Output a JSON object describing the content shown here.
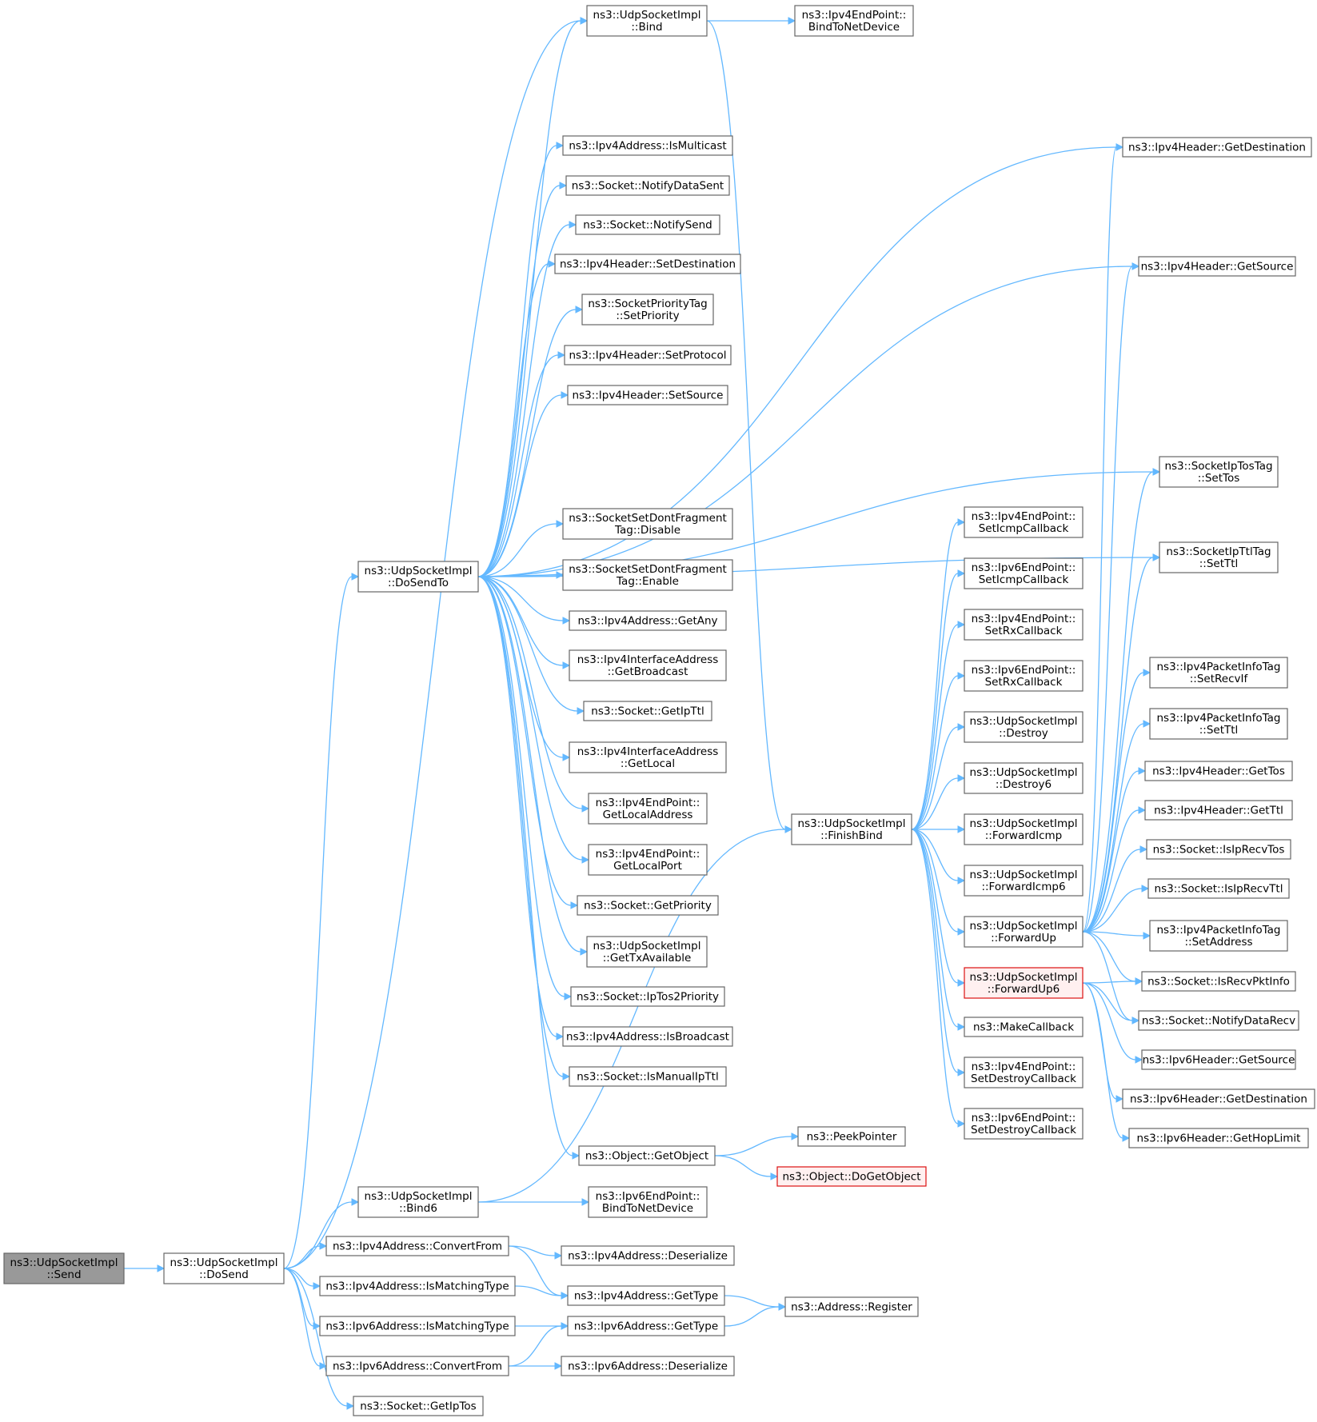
{
  "graph": {
    "nodes": [
      {
        "id": "send",
        "lines": [
          "ns3::UdpSocketImpl",
          "::Send"
        ],
        "style": "root"
      },
      {
        "id": "dosend",
        "lines": [
          "ns3::UdpSocketImpl",
          "::DoSend"
        ]
      },
      {
        "id": "bind",
        "lines": [
          "ns3::UdpSocketImpl",
          "::Bind"
        ]
      },
      {
        "id": "ep4bind",
        "lines": [
          "ns3::Ipv4EndPoint::",
          "BindToNetDevice"
        ]
      },
      {
        "id": "ismulticast",
        "lines": [
          "ns3::Ipv4Address::IsMulticast"
        ]
      },
      {
        "id": "notifydatasent",
        "lines": [
          "ns3::Socket::NotifyDataSent"
        ]
      },
      {
        "id": "notifysend",
        "lines": [
          "ns3::Socket::NotifySend"
        ]
      },
      {
        "id": "setdest",
        "lines": [
          "ns3::Ipv4Header::SetDestination"
        ]
      },
      {
        "id": "setprio",
        "lines": [
          "ns3::SocketPriorityTag",
          "::SetPriority"
        ]
      },
      {
        "id": "setproto",
        "lines": [
          "ns3::Ipv4Header::SetProtocol"
        ]
      },
      {
        "id": "setsrc",
        "lines": [
          "ns3::Ipv4Header::SetSource"
        ]
      },
      {
        "id": "dosendto",
        "lines": [
          "ns3::UdpSocketImpl",
          "::DoSendTo"
        ]
      },
      {
        "id": "dfdisable",
        "lines": [
          "ns3::SocketSetDontFragment",
          "Tag::Disable"
        ]
      },
      {
        "id": "dfenable",
        "lines": [
          "ns3::SocketSetDontFragment",
          "Tag::Enable"
        ]
      },
      {
        "id": "getany",
        "lines": [
          "ns3::Ipv4Address::GetAny"
        ]
      },
      {
        "id": "getbroadcast",
        "lines": [
          "ns3::Ipv4InterfaceAddress",
          "::GetBroadcast"
        ]
      },
      {
        "id": "getipttl",
        "lines": [
          "ns3::Socket::GetIpTtl"
        ]
      },
      {
        "id": "getlocal",
        "lines": [
          "ns3::Ipv4InterfaceAddress",
          "::GetLocal"
        ]
      },
      {
        "id": "getlocaladdr",
        "lines": [
          "ns3::Ipv4EndPoint::",
          "GetLocalAddress"
        ]
      },
      {
        "id": "getlocalport",
        "lines": [
          "ns3::Ipv4EndPoint::",
          "GetLocalPort"
        ]
      },
      {
        "id": "getpriority",
        "lines": [
          "ns3::Socket::GetPriority"
        ]
      },
      {
        "id": "gettxavail",
        "lines": [
          "ns3::UdpSocketImpl",
          "::GetTxAvailable"
        ]
      },
      {
        "id": "iptos2prio",
        "lines": [
          "ns3::Socket::IpTos2Priority"
        ]
      },
      {
        "id": "isbroadcast",
        "lines": [
          "ns3::Ipv4Address::IsBroadcast"
        ]
      },
      {
        "id": "ismanualipttl",
        "lines": [
          "ns3::Socket::IsManualIpTtl"
        ]
      },
      {
        "id": "getobject",
        "lines": [
          "ns3::Object::GetObject"
        ]
      },
      {
        "id": "peekpointer",
        "lines": [
          "ns3::PeekPointer"
        ]
      },
      {
        "id": "dogetobject",
        "lines": [
          "ns3::Object::DoGetObject"
        ],
        "style": "red"
      },
      {
        "id": "bind6",
        "lines": [
          "ns3::UdpSocketImpl",
          "::Bind6"
        ]
      },
      {
        "id": "ep6bind",
        "lines": [
          "ns3::Ipv6EndPoint::",
          "BindToNetDevice"
        ]
      },
      {
        "id": "v4convert",
        "lines": [
          "ns3::Ipv4Address::ConvertFrom"
        ]
      },
      {
        "id": "v4deser",
        "lines": [
          "ns3::Ipv4Address::Deserialize"
        ]
      },
      {
        "id": "v4ismatch",
        "lines": [
          "ns3::Ipv4Address::IsMatchingType"
        ]
      },
      {
        "id": "v4gettype",
        "lines": [
          "ns3::Ipv4Address::GetType"
        ]
      },
      {
        "id": "register",
        "lines": [
          "ns3::Address::Register"
        ]
      },
      {
        "id": "v6ismatch",
        "lines": [
          "ns3::Ipv6Address::IsMatchingType"
        ]
      },
      {
        "id": "v6gettype",
        "lines": [
          "ns3::Ipv6Address::GetType"
        ]
      },
      {
        "id": "v6convert",
        "lines": [
          "ns3::Ipv6Address::ConvertFrom"
        ]
      },
      {
        "id": "v6deser",
        "lines": [
          "ns3::Ipv6Address::Deserialize"
        ]
      },
      {
        "id": "getiptos",
        "lines": [
          "ns3::Socket::GetIpTos"
        ]
      },
      {
        "id": "finishbind",
        "lines": [
          "ns3::UdpSocketImpl",
          "::FinishBind"
        ]
      },
      {
        "id": "ep4icmp",
        "lines": [
          "ns3::Ipv4EndPoint::",
          "SetIcmpCallback"
        ]
      },
      {
        "id": "ep6icmp",
        "lines": [
          "ns3::Ipv6EndPoint::",
          "SetIcmpCallback"
        ]
      },
      {
        "id": "ep4rx",
        "lines": [
          "ns3::Ipv4EndPoint::",
          "SetRxCallback"
        ]
      },
      {
        "id": "ep6rx",
        "lines": [
          "ns3::Ipv6EndPoint::",
          "SetRxCallback"
        ]
      },
      {
        "id": "destroy",
        "lines": [
          "ns3::UdpSocketImpl",
          "::Destroy"
        ]
      },
      {
        "id": "destroy6",
        "lines": [
          "ns3::UdpSocketImpl",
          "::Destroy6"
        ]
      },
      {
        "id": "fwdicmp",
        "lines": [
          "ns3::UdpSocketImpl",
          "::ForwardIcmp"
        ]
      },
      {
        "id": "fwdicmp6",
        "lines": [
          "ns3::UdpSocketImpl",
          "::ForwardIcmp6"
        ]
      },
      {
        "id": "fwdup",
        "lines": [
          "ns3::UdpSocketImpl",
          "::ForwardUp"
        ]
      },
      {
        "id": "fwdup6",
        "lines": [
          "ns3::UdpSocketImpl",
          "::ForwardUp6"
        ],
        "style": "red"
      },
      {
        "id": "makecallback",
        "lines": [
          "ns3::MakeCallback"
        ]
      },
      {
        "id": "ep4destroy",
        "lines": [
          "ns3::Ipv4EndPoint::",
          "SetDestroyCallback"
        ]
      },
      {
        "id": "ep6destroy",
        "lines": [
          "ns3::Ipv6EndPoint::",
          "SetDestroyCallback"
        ]
      },
      {
        "id": "v4getdest",
        "lines": [
          "ns3::Ipv4Header::GetDestination"
        ]
      },
      {
        "id": "v4getsrc",
        "lines": [
          "ns3::Ipv4Header::GetSource"
        ]
      },
      {
        "id": "settos",
        "lines": [
          "ns3::SocketIpTosTag",
          "::SetTos"
        ]
      },
      {
        "id": "setttl",
        "lines": [
          "ns3::SocketIpTtlTag",
          "::SetTtl"
        ]
      },
      {
        "id": "pkt_setrecvif",
        "lines": [
          "ns3::Ipv4PacketInfoTag",
          "::SetRecvIf"
        ]
      },
      {
        "id": "pkt_setttl",
        "lines": [
          "ns3::Ipv4PacketInfoTag",
          "::SetTtl"
        ]
      },
      {
        "id": "v4gettos",
        "lines": [
          "ns3::Ipv4Header::GetTos"
        ]
      },
      {
        "id": "v4getttl",
        "lines": [
          "ns3::Ipv4Header::GetTtl"
        ]
      },
      {
        "id": "isiprecvtos",
        "lines": [
          "ns3::Socket::IsIpRecvTos"
        ]
      },
      {
        "id": "isiprecvttl",
        "lines": [
          "ns3::Socket::IsIpRecvTtl"
        ]
      },
      {
        "id": "pkt_setaddr",
        "lines": [
          "ns3::Ipv4PacketInfoTag",
          "::SetAddress"
        ]
      },
      {
        "id": "isrecvpktinfo",
        "lines": [
          "ns3::Socket::IsRecvPktInfo"
        ]
      },
      {
        "id": "notifydatarecv",
        "lines": [
          "ns3::Socket::NotifyDataRecv"
        ]
      },
      {
        "id": "v6getsrc",
        "lines": [
          "ns3::Ipv6Header::GetSource"
        ]
      },
      {
        "id": "v6getdest",
        "lines": [
          "ns3::Ipv6Header::GetDestination"
        ]
      },
      {
        "id": "v6gethop",
        "lines": [
          "ns3::Ipv6Header::GetHopLimit"
        ]
      }
    ],
    "edges": [
      [
        "send",
        "dosend"
      ],
      [
        "dosend",
        "bind"
      ],
      [
        "dosend",
        "dosendto"
      ],
      [
        "dosend",
        "bind6"
      ],
      [
        "dosend",
        "v4convert"
      ],
      [
        "dosend",
        "v4ismatch"
      ],
      [
        "dosend",
        "v6ismatch"
      ],
      [
        "dosend",
        "v6convert"
      ],
      [
        "dosend",
        "getiptos"
      ],
      [
        "bind",
        "ep4bind"
      ],
      [
        "bind",
        "finishbind"
      ],
      [
        "dosendto",
        "bind"
      ],
      [
        "dosendto",
        "v4getdest"
      ],
      [
        "dosendto",
        "v4getsrc"
      ],
      [
        "dosendto",
        "ismulticast"
      ],
      [
        "dosendto",
        "notifydatasent"
      ],
      [
        "dosendto",
        "notifysend"
      ],
      [
        "dosendto",
        "setdest"
      ],
      [
        "dosendto",
        "setprio"
      ],
      [
        "dosendto",
        "setproto"
      ],
      [
        "dosendto",
        "setsrc"
      ],
      [
        "dosendto",
        "settos"
      ],
      [
        "dosendto",
        "setttl"
      ],
      [
        "dosendto",
        "dfdisable"
      ],
      [
        "dosendto",
        "dfenable"
      ],
      [
        "dosendto",
        "getany"
      ],
      [
        "dosendto",
        "getbroadcast"
      ],
      [
        "dosendto",
        "getipttl"
      ],
      [
        "dosendto",
        "getlocal"
      ],
      [
        "dosendto",
        "getlocaladdr"
      ],
      [
        "dosendto",
        "getlocalport"
      ],
      [
        "dosendto",
        "getpriority"
      ],
      [
        "dosendto",
        "gettxavail"
      ],
      [
        "dosendto",
        "iptos2prio"
      ],
      [
        "dosendto",
        "isbroadcast"
      ],
      [
        "dosendto",
        "ismanualipttl"
      ],
      [
        "dosendto",
        "getobject"
      ],
      [
        "getobject",
        "peekpointer"
      ],
      [
        "getobject",
        "dogetobject"
      ],
      [
        "bind6",
        "finishbind"
      ],
      [
        "bind6",
        "ep6bind"
      ],
      [
        "v4convert",
        "v4deser"
      ],
      [
        "v4convert",
        "v4gettype"
      ],
      [
        "v4ismatch",
        "v4gettype"
      ],
      [
        "v4gettype",
        "register"
      ],
      [
        "v6ismatch",
        "v6gettype"
      ],
      [
        "v6gettype",
        "register"
      ],
      [
        "v6convert",
        "v6gettype"
      ],
      [
        "v6convert",
        "v6deser"
      ],
      [
        "finishbind",
        "ep4icmp"
      ],
      [
        "finishbind",
        "ep6icmp"
      ],
      [
        "finishbind",
        "ep4rx"
      ],
      [
        "finishbind",
        "ep6rx"
      ],
      [
        "finishbind",
        "destroy"
      ],
      [
        "finishbind",
        "destroy6"
      ],
      [
        "finishbind",
        "fwdicmp"
      ],
      [
        "finishbind",
        "fwdicmp6"
      ],
      [
        "finishbind",
        "fwdup"
      ],
      [
        "finishbind",
        "fwdup6"
      ],
      [
        "finishbind",
        "makecallback"
      ],
      [
        "finishbind",
        "ep4destroy"
      ],
      [
        "finishbind",
        "ep6destroy"
      ],
      [
        "fwdup",
        "v4getdest"
      ],
      [
        "fwdup",
        "v4getsrc"
      ],
      [
        "fwdup",
        "settos"
      ],
      [
        "fwdup",
        "setttl"
      ],
      [
        "fwdup",
        "pkt_setrecvif"
      ],
      [
        "fwdup",
        "pkt_setttl"
      ],
      [
        "fwdup",
        "v4gettos"
      ],
      [
        "fwdup",
        "v4getttl"
      ],
      [
        "fwdup",
        "isiprecvtos"
      ],
      [
        "fwdup",
        "isiprecvttl"
      ],
      [
        "fwdup",
        "pkt_setaddr"
      ],
      [
        "fwdup",
        "isrecvpktinfo"
      ],
      [
        "fwdup",
        "notifydatarecv"
      ],
      [
        "fwdup6",
        "isrecvpktinfo"
      ],
      [
        "fwdup6",
        "notifydatarecv"
      ],
      [
        "fwdup6",
        "v6getsrc"
      ],
      [
        "fwdup6",
        "v6getdest"
      ],
      [
        "fwdup6",
        "v6gethop"
      ]
    ]
  }
}
